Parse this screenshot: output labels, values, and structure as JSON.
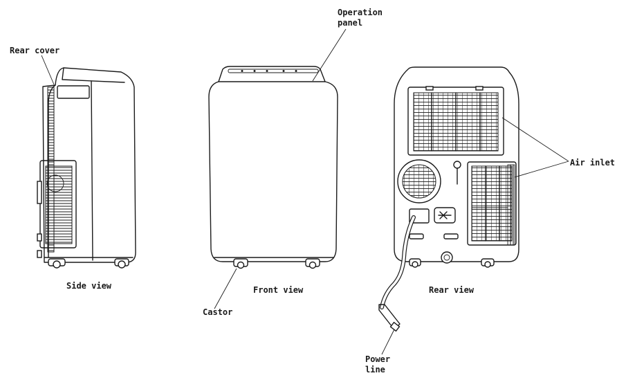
{
  "labels": {
    "rear_cover": "Rear cover",
    "operation_panel_line1": "Operation",
    "operation_panel_line2": "panel",
    "air_inlet": "Air inlet",
    "side_view": "Side view",
    "front_view": "Front view",
    "rear_view": "Rear view",
    "castor": "Castor",
    "power_line_line1": "Power",
    "power_line_line2": "line"
  },
  "colors": {
    "line": "#1a1a1a",
    "background": "#ffffff"
  }
}
